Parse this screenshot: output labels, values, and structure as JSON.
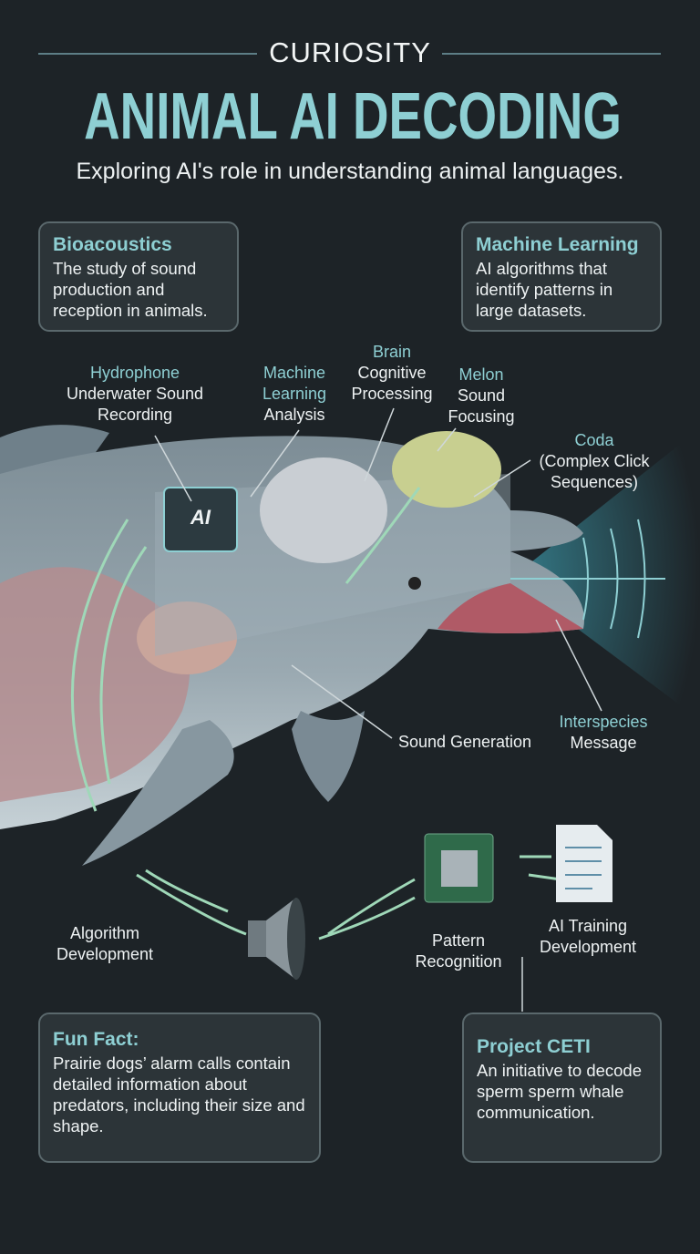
{
  "header": {
    "kicker": "CURIOSITY",
    "title": "ANIMAL AI DECODING",
    "subtitle": "Exploring AI's role in understanding animal languages."
  },
  "cards": {
    "bioacoustics": {
      "title": "Bioacoustics",
      "text": "The study of sound production and reception in animals."
    },
    "machine_learning": {
      "title": "Machine Learning",
      "text": "AI algorithms that identify patterns in large datasets."
    },
    "fun_fact": {
      "title": "Fun Fact:",
      "text": "Prairie dogs’ alarm calls contain detailed information about predators, including their size and shape."
    },
    "project_ceti": {
      "title": "Project CETI",
      "text": "An initiative to decode sperm sperm whale communication."
    }
  },
  "labels": {
    "hydrophone": {
      "title": "Hydrophone",
      "text": "Underwater Sound Recording"
    },
    "ml_analysis": {
      "title": "Machine Learning",
      "text": "Analysis"
    },
    "brain": {
      "title": "Brain",
      "text": "Cognitive Processing"
    },
    "melon": {
      "title": "Melon",
      "text": "Sound Focusing"
    },
    "coda": {
      "title": "Coda",
      "text": "(Complex Click Sequences)"
    },
    "sound_generation": {
      "text": "Sound Generation"
    },
    "interspecies": {
      "title": "Interspecies",
      "text": "Message"
    },
    "algorithm": {
      "text": "Algorithm Development"
    },
    "pattern": {
      "text": "Pattern Recognition"
    },
    "ai_training": {
      "text": "AI Training Development"
    },
    "chip_text": "AI"
  },
  "colors": {
    "accent": "#8ecfd3",
    "background": "#1d2327",
    "arrow": "#9fd8b8"
  }
}
